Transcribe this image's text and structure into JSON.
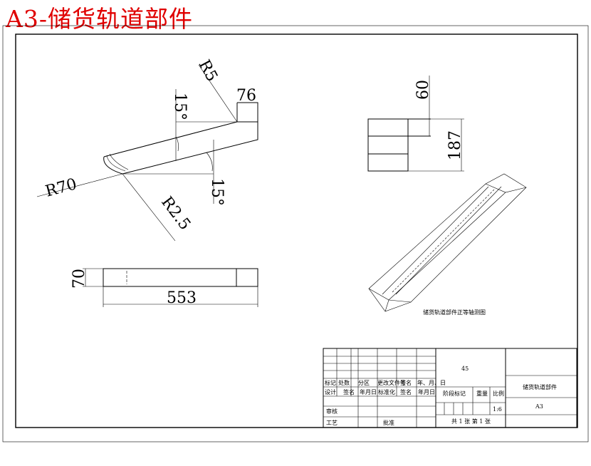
{
  "banner": "A3-储货轨道部件",
  "colors": {
    "banner": "#e00000",
    "line": "#000000",
    "paper": "#ffffff"
  },
  "dims": {
    "r5": "R5",
    "d76": "76",
    "a15_top": "15°",
    "r70": "R70",
    "r2_5": "R2.5",
    "a15_bottom": "15°",
    "d60": "60",
    "d187": "187",
    "d70": "70",
    "d553": "553"
  },
  "iso_caption": "储货轨道部件正等轴测图",
  "title_block": {
    "material": "45",
    "part_name": "储货轨道部件",
    "drawing_no": "A3",
    "scale": "1:6",
    "sheet": "共 1 张  第 1 张",
    "hdr_row1": [
      "标记",
      "处数",
      "分区",
      "更改文件号",
      "签名",
      "年、月、日"
    ],
    "hdr_row2": [
      "设计",
      "签名",
      "年月日",
      "标准化",
      "签名",
      "年月日"
    ],
    "stage_label": "阶段标记",
    "weight_label": "重量",
    "ratio_label": "比例",
    "review_label": "审核",
    "craft_label": "工艺",
    "approve_label": "批准"
  }
}
